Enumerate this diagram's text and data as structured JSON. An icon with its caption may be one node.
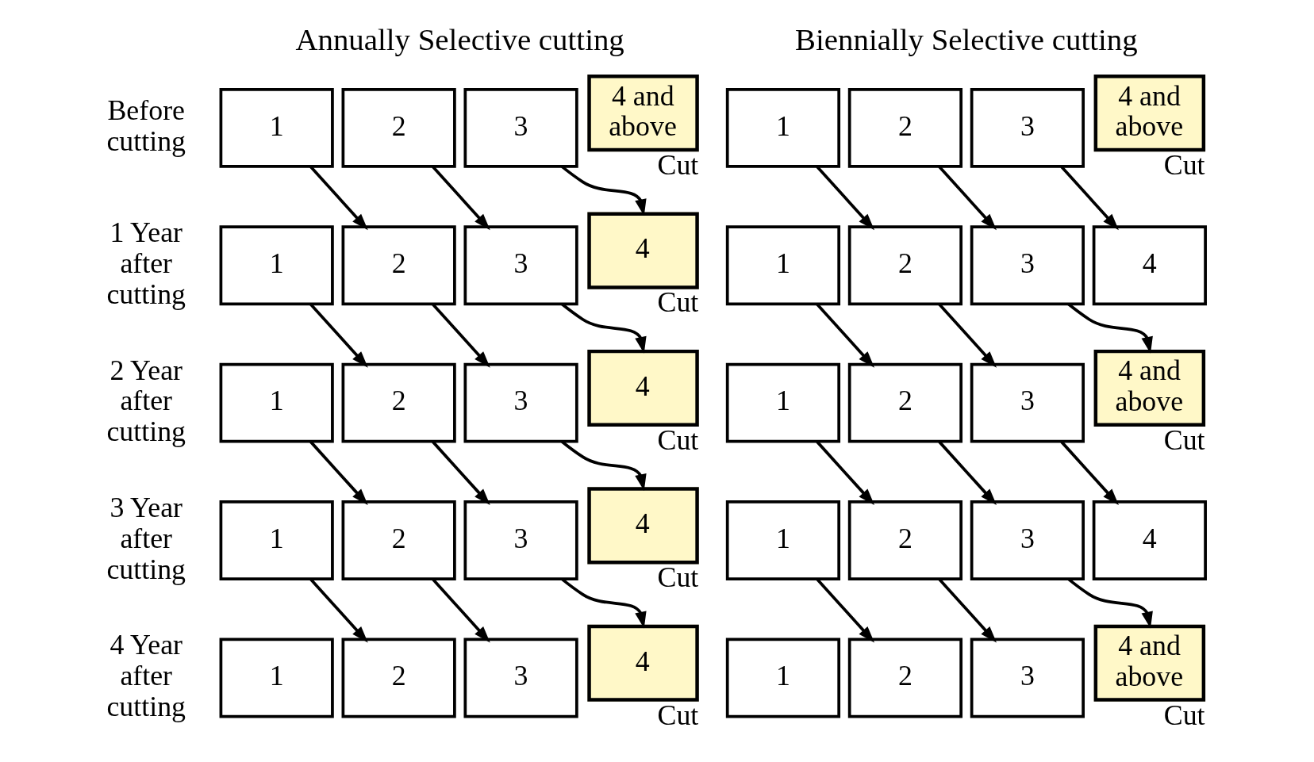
{
  "diagram": {
    "nodes": [
      {
        "text": [
          "1"
        ]
      },
      {
        "text": [
          "2"
        ]
      },
      {
        "text": [
          "3"
        ]
      },
      {
        "text": [
          "4 and above"
        ],
        "beside": [
          "Cut"
        ]
      },
      {
        "text": [
          "1"
        ]
      },
      {
        "text": [
          "2"
        ]
      },
      {
        "text": [
          "3"
        ]
      },
      {
        "text": [
          "4"
        ],
        "beside": [
          "Cut"
        ]
      },
      {
        "text": [
          "1"
        ]
      },
      {
        "text": [
          "2"
        ]
      },
      {
        "text": [
          "3"
        ]
      },
      {
        "text": [
          "4"
        ],
        "beside": [
          "Cut"
        ]
      },
      {
        "text": [
          "1"
        ]
      },
      {
        "text": [
          "2"
        ]
      },
      {
        "text": [
          "3"
        ]
      },
      {
        "text": [
          "4"
        ],
        "beside": [
          "Cut"
        ]
      },
      {
        "text": [
          "1"
        ]
      },
      {
        "text": [
          "2"
        ]
      },
      {
        "text": [
          "3"
        ]
      },
      {
        "text": [
          "4"
        ],
        "beside": [
          "Cut"
        ]
      },
      {
        "text": [
          "1"
        ]
      },
      {
        "text": [
          "2"
        ]
      },
      {
        "text": [
          "3"
        ]
      },
      {
        "text": [
          "4 and above"
        ],
        "beside": [
          "Cut"
        ]
      },
      {
        "text": [
          "1"
        ]
      },
      {
        "text": [
          "2"
        ]
      },
      {
        "text": [
          "3"
        ]
      },
      {
        "text": [
          "4"
        ]
      },
      {
        "text": [
          "1"
        ]
      },
      {
        "text": [
          "2"
        ]
      },
      {
        "text": [
          "3"
        ]
      },
      {
        "text": [
          "4 and above"
        ],
        "beside": [
          "Cut"
        ]
      },
      {
        "text": [
          "1"
        ]
      },
      {
        "text": [
          "2"
        ]
      },
      {
        "text": [
          "3"
        ]
      },
      {
        "text": [
          "4"
        ]
      },
      {
        "text": [
          "1"
        ]
      },
      {
        "text": [
          "2"
        ]
      },
      {
        "text": [
          "3"
        ]
      },
      {
        "text": [
          "4 and above"
        ],
        "beside": [
          "Cut"
        ]
      }
    ],
    "edges": [
      {
        "from": 0,
        "to": 5,
        "arrow": "to"
      },
      {
        "from": 1,
        "to": 6,
        "arrow": "to"
      },
      {
        "from": 2,
        "to": 7,
        "arrow": "to"
      },
      {
        "from": 4,
        "to": 9,
        "arrow": "to"
      },
      {
        "from": 5,
        "to": 10,
        "arrow": "to"
      },
      {
        "from": 6,
        "to": 11,
        "arrow": "to"
      },
      {
        "from": 8,
        "to": 13,
        "arrow": "to"
      },
      {
        "from": 9,
        "to": 14,
        "arrow": "to"
      },
      {
        "from": 10,
        "to": 15,
        "arrow": "to"
      },
      {
        "from": 12,
        "to": 17,
        "arrow": "to"
      },
      {
        "from": 13,
        "to": 18,
        "arrow": "to"
      },
      {
        "from": 14,
        "to": 19,
        "arrow": "to"
      },
      {
        "from": 20,
        "to": 25,
        "arrow": "to"
      },
      {
        "from": 21,
        "to": 26,
        "arrow": "to"
      },
      {
        "from": 22,
        "to": 27,
        "arrow": "to"
      },
      {
        "from": 24,
        "to": 29,
        "arrow": "to"
      },
      {
        "from": 25,
        "to": 30,
        "arrow": "to"
      },
      {
        "from": 26,
        "to": 31,
        "arrow": "to"
      },
      {
        "from": 28,
        "to": 33,
        "arrow": "to"
      },
      {
        "from": 29,
        "to": 34,
        "arrow": "to"
      },
      {
        "from": 30,
        "to": 35,
        "arrow": "to"
      },
      {
        "from": 32,
        "to": 37,
        "arrow": "to"
      },
      {
        "from": 33,
        "to": 38,
        "arrow": "to"
      },
      {
        "from": 34,
        "to": 39,
        "arrow": "to"
      }
    ],
    "labels": [
      "Annually Selective cutting",
      "Biennially Selective cutting",
      "Before cutting",
      "1 Year after cutting",
      "2 Year after cutting",
      "3 Year after cutting",
      "4 Year after cutting"
    ]
  }
}
